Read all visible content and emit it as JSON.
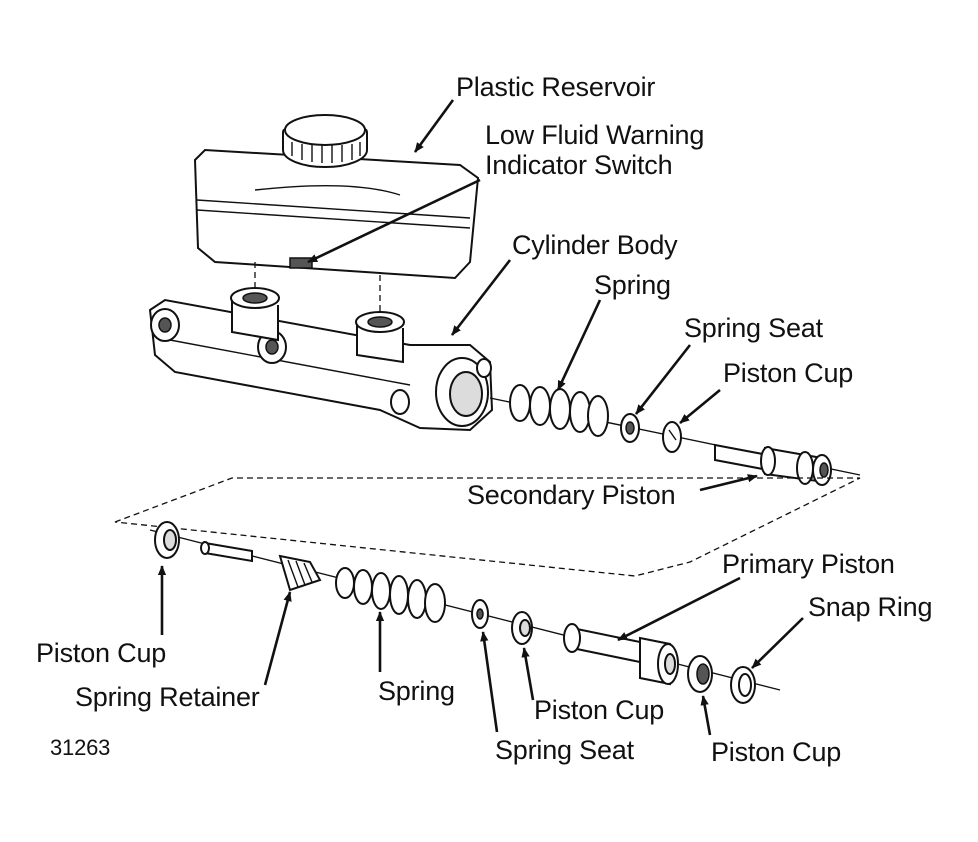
{
  "labels": {
    "plastic_reservoir": "Plastic Reservoir",
    "low_fluid_warning_line1": "Low Fluid Warning",
    "low_fluid_warning_line2": "Indicator Switch",
    "cylinder_body": "Cylinder Body",
    "spring_upper": "Spring",
    "spring_seat_upper": "Spring Seat",
    "piston_cup_upper": "Piston Cup",
    "secondary_piston": "Secondary Piston",
    "primary_piston": "Primary Piston",
    "snap_ring": "Snap Ring",
    "piston_cup_left": "Piston Cup",
    "spring_retainer": "Spring Retainer",
    "spring_lower": "Spring",
    "piston_cup_mid": "Piston Cup",
    "spring_seat_lower": "Spring Seat",
    "piston_cup_right": "Piston Cup"
  },
  "figure_number": "31263",
  "colors": {
    "ink": "#111111",
    "paper": "#ffffff"
  }
}
